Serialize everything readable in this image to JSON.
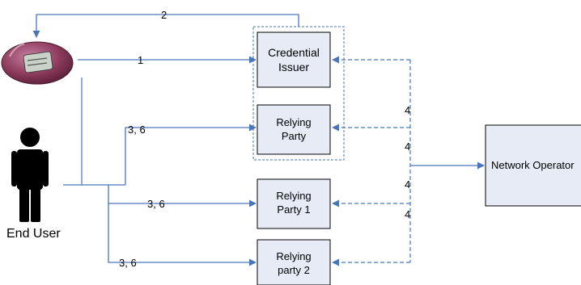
{
  "nodes": {
    "credential_issuer": [
      "Credential",
      "Issuer"
    ],
    "relying_party": [
      "Relying",
      "Party"
    ],
    "relying_party_1": [
      "Relying",
      "Party 1"
    ],
    "relying_party_2": [
      "Relying",
      "party 2"
    ],
    "network_operator": "Network Operator",
    "end_user": "End User"
  },
  "edges": {
    "token_to_issuer": "1",
    "issuer_to_token": "2",
    "user_to_relying_party": "3, 6",
    "user_to_relying_party_1": "3, 6",
    "user_to_relying_party_2": "3, 6",
    "operator_to_issuer": "4",
    "operator_to_relying_party": "4",
    "operator_to_relying_party_1": "4",
    "operator_to_relying_party_2": "4"
  },
  "colors": {
    "line": "#4a76b9",
    "box_fill": "#e6ebf5",
    "box_stroke": "#000000",
    "token_body": "#8c3b5c"
  }
}
